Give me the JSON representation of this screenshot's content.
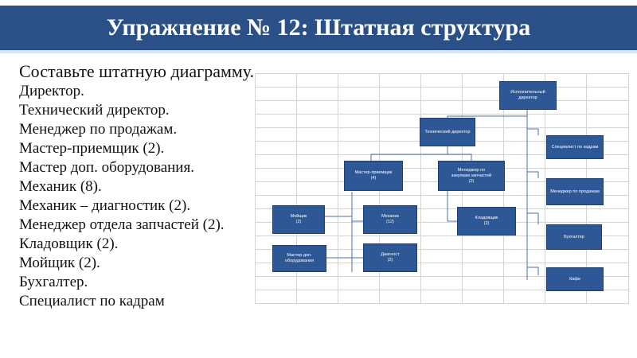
{
  "header": {
    "title": "Упражнение № 12: Штатная структура",
    "background": "#2a5087"
  },
  "task": {
    "intro": "Составьте штатную диаграмму.",
    "items": [
      "Директор.",
      "Технический директор.",
      "Менеджер по продажам.",
      "Мастер-приемщик (2).",
      "Мастер доп. оборудования.",
      "Механик (8).",
      "Механик – диагностик (2).",
      "Менеджер отдела запчастей (2).",
      "Кладовщик (2).",
      "Мойщик (2).",
      "Бухгалтер.",
      "Специалист по кадрам"
    ]
  },
  "org_chart": {
    "box_color": "#2e5796",
    "nodes": {
      "exec_director": {
        "line1": "Исполнительный",
        "line2": "директор"
      },
      "tech_director": {
        "line1": "Технический директор",
        "line2": ""
      },
      "hr_specialist": {
        "line1": "Специалист по кадрам",
        "line2": ""
      },
      "master_receiver": {
        "line1": "Мастер-приемщик",
        "line2": "(4)"
      },
      "parts_manager": {
        "line1": "Менеджер по",
        "line2": "закупкам запчастей",
        "line3": "(2)"
      },
      "sales_manager": {
        "line1": "Менеджер по продажам",
        "line2": ""
      },
      "washer": {
        "line1": "Мойщик",
        "line2": "(2)"
      },
      "mechanic": {
        "line1": "Механик",
        "line2": "(12)"
      },
      "storekeeper": {
        "line1": "Кладовщик",
        "line2": "(2)"
      },
      "accountant": {
        "line1": "Бухгалтер",
        "line2": ""
      },
      "equipment_master": {
        "line1": "Мастер доп.",
        "line2": "оборудования"
      },
      "diagnostician": {
        "line1": "Диагност",
        "line2": "(2)"
      },
      "cafe": {
        "line1": "Кафе",
        "line2": ""
      }
    }
  }
}
